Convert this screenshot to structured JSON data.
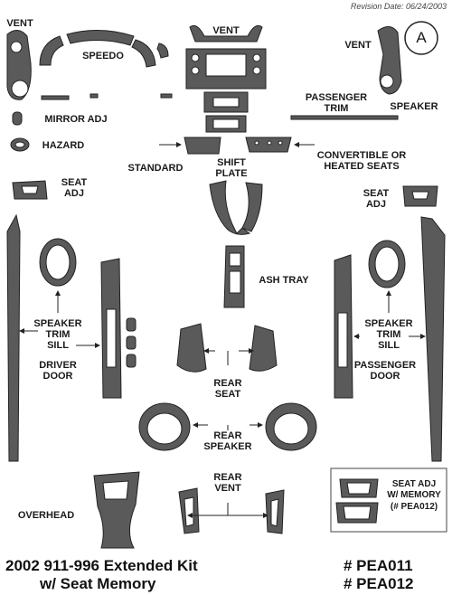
{
  "revision": "Revision Date: 06/24/2003",
  "badge": "A",
  "labels": {
    "vent_left": "VENT",
    "speedo": "SPEEDO",
    "vent_center": "VENT",
    "vent_right": "VENT",
    "speaker_top": "SPEAKER",
    "passenger_trim_1": "PASSENGER",
    "passenger_trim_2": "TRIM",
    "mirror_adj": "MIRROR ADJ",
    "hazard": "HAZARD",
    "standard": "STANDARD",
    "shift_1": "SHIFT",
    "shift_2": "PLATE",
    "convertible_1": "CONVERTIBLE OR",
    "convertible_2": "HEATED SEATS",
    "seat_adj_left_1": "SEAT",
    "seat_adj_left_2": "ADJ",
    "seat_adj_right_1": "SEAT",
    "seat_adj_right_2": "ADJ",
    "ash_tray": "ASH TRAY",
    "speaker_trim_sill_left_1": "SPEAKER",
    "speaker_trim_sill_left_2": "TRIM",
    "speaker_trim_sill_left_3": "SILL",
    "speaker_trim_sill_right_1": "SPEAKER",
    "speaker_trim_sill_right_2": "TRIM",
    "speaker_trim_sill_right_3": "SILL",
    "driver_door_1": "DRIVER",
    "driver_door_2": "DOOR",
    "passenger_door_1": "PASSENGER",
    "passenger_door_2": "DOOR",
    "rear_seat_1": "REAR",
    "rear_seat_2": "SEAT",
    "rear_speaker_1": "REAR",
    "rear_speaker_2": "SPEAKER",
    "rear_vent_1": "REAR",
    "rear_vent_2": "VENT",
    "overhead": "OVERHEAD",
    "seat_memory_1": "SEAT ADJ",
    "seat_memory_2": "W/ MEMORY",
    "seat_memory_3": "(# PEA012)"
  },
  "footer": {
    "title_1": "2002 911-996 Extended Kit",
    "title_2": "w/ Seat Memory",
    "part_1": "# PEA011",
    "part_2": "# PEA012"
  },
  "colors": {
    "piece": "#555555",
    "outline": "#222222",
    "hole": "#ffffff",
    "text": "#1a1a1a"
  }
}
